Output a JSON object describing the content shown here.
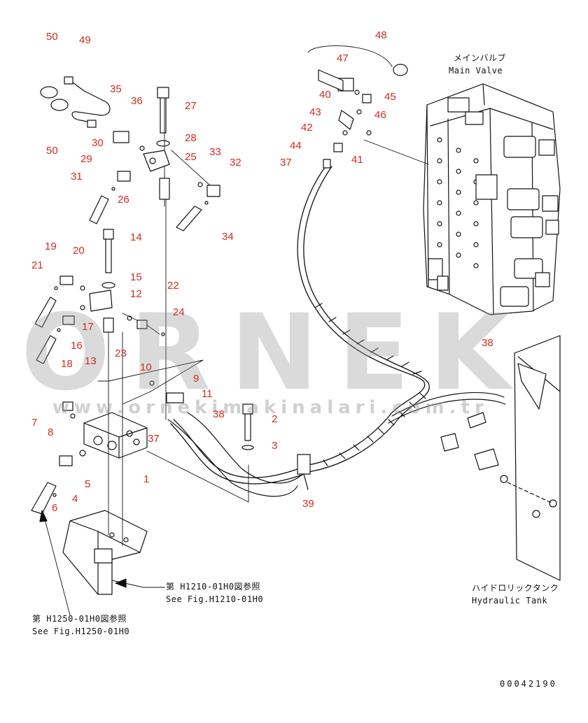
{
  "watermark": {
    "brand": "ORNEK",
    "url": "www.ornekimakinalari.com.tr"
  },
  "captions": {
    "main_valve_jp": "メインバルブ",
    "main_valve_en": "Main Valve",
    "hydraulic_tank_jp": "ハイドロリックタンク",
    "hydraulic_tank_en": "Hydraulic Tank",
    "ref1_jp": "第 H1210-01H0図参照",
    "ref1_en": "See Fig.H1210-01H0",
    "ref2_jp": "第 H1250-01H0図参照",
    "ref2_en": "See Fig.H1250-01H0",
    "drawing_number": "00042190"
  },
  "part_labels": [
    "50",
    "49",
    "50",
    "35",
    "36",
    "27",
    "28",
    "30",
    "29",
    "25",
    "33",
    "32",
    "31",
    "26",
    "34",
    "14",
    "19",
    "20",
    "21",
    "15",
    "12",
    "22",
    "24",
    "17",
    "16",
    "18",
    "13",
    "23",
    "10",
    "9",
    "11",
    "7",
    "8",
    "38",
    "2",
    "37",
    "3",
    "1",
    "5",
    "4",
    "6",
    "39",
    "48",
    "47",
    "40",
    "45",
    "46",
    "43",
    "42",
    "41",
    "44",
    "37",
    "38"
  ]
}
